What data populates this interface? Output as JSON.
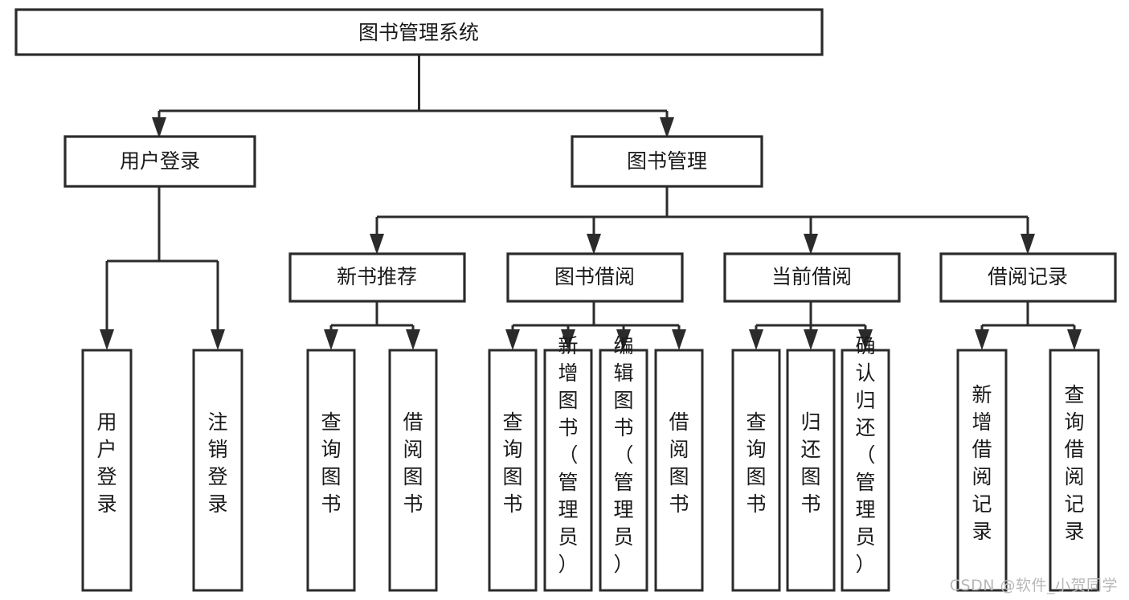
{
  "diagram": {
    "type": "tree-hierarchy",
    "title": "图书管理系统",
    "orientation": "top-down",
    "colors": {
      "box_stroke": "#2b2b2b",
      "box_fill": "#ffffff",
      "connector": "#2b2b2b",
      "text": "#1a1a1a",
      "background": "#ffffff",
      "watermark": "#b8b8b8"
    },
    "levels": [
      {
        "level": 1,
        "nodes": [
          {
            "id": "root",
            "label": "图书管理系统",
            "orientation": "horizontal"
          }
        ]
      },
      {
        "level": 2,
        "nodes": [
          {
            "id": "login",
            "label": "用户登录",
            "orientation": "horizontal",
            "parent": "root"
          },
          {
            "id": "bookmgmt",
            "label": "图书管理",
            "orientation": "horizontal",
            "parent": "root"
          }
        ]
      },
      {
        "level": 3,
        "nodes": [
          {
            "id": "newbook",
            "label": "新书推荐",
            "orientation": "horizontal",
            "parent": "bookmgmt"
          },
          {
            "id": "borrow",
            "label": "图书借阅",
            "orientation": "horizontal",
            "parent": "bookmgmt"
          },
          {
            "id": "current",
            "label": "当前借阅",
            "orientation": "horizontal",
            "parent": "bookmgmt"
          },
          {
            "id": "records",
            "label": "借阅记录",
            "orientation": "horizontal",
            "parent": "bookmgmt"
          }
        ]
      },
      {
        "level": 4,
        "nodes": [
          {
            "id": "leaf-1",
            "label": "用户登录",
            "orientation": "vertical",
            "parent": "login"
          },
          {
            "id": "leaf-2",
            "label": "注销登录",
            "orientation": "vertical",
            "parent": "login"
          },
          {
            "id": "leaf-3",
            "label": "查询图书",
            "orientation": "vertical",
            "parent": "newbook"
          },
          {
            "id": "leaf-4",
            "label": "借阅图书",
            "orientation": "vertical",
            "parent": "newbook"
          },
          {
            "id": "leaf-5",
            "label": "查询图书",
            "orientation": "vertical",
            "parent": "borrow"
          },
          {
            "id": "leaf-6",
            "label": "新增图书（管理员）",
            "orientation": "vertical",
            "parent": "borrow"
          },
          {
            "id": "leaf-7",
            "label": "编辑图书（管理员）",
            "orientation": "vertical",
            "parent": "borrow"
          },
          {
            "id": "leaf-8",
            "label": "借阅图书",
            "orientation": "vertical",
            "parent": "borrow"
          },
          {
            "id": "leaf-9",
            "label": "查询图书",
            "orientation": "vertical",
            "parent": "current"
          },
          {
            "id": "leaf-10",
            "label": "归还图书",
            "orientation": "vertical",
            "parent": "current"
          },
          {
            "id": "leaf-11",
            "label": "确认归还（管理员）",
            "orientation": "vertical",
            "parent": "current"
          },
          {
            "id": "leaf-12",
            "label": "新增借阅记录",
            "orientation": "vertical",
            "parent": "records"
          },
          {
            "id": "leaf-13",
            "label": "查询借阅记录",
            "orientation": "vertical",
            "parent": "records"
          }
        ]
      }
    ]
  },
  "watermark": {
    "text": "CSDN @软件_小贺同学"
  }
}
